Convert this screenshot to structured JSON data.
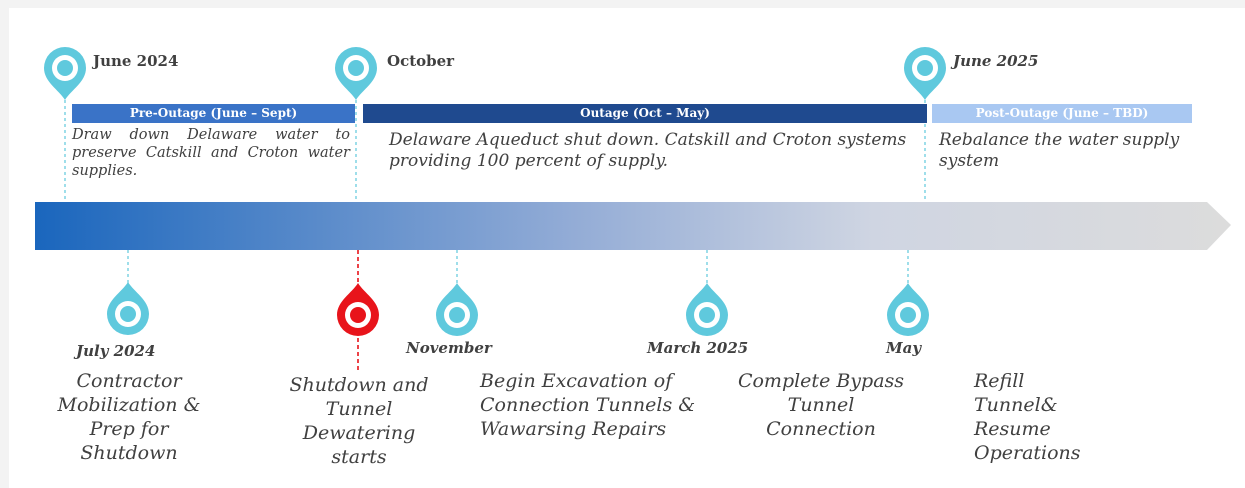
{
  "colors": {
    "pin_cyan": "#5fc9dd",
    "pin_red": "#e8141b",
    "phase_pre": "#3a73c7",
    "phase_outage": "#1f4a8f",
    "phase_post": "#a9c8f2",
    "arrow_start": "#1a66bd",
    "arrow_end": "#dcdcdc",
    "text": "#404040"
  },
  "top_milestones": [
    {
      "label": "June 2024"
    },
    {
      "label": "October"
    },
    {
      "label": "June 2025"
    }
  ],
  "phases": [
    {
      "label": "Pre-Outage (June – Sept)",
      "description": "Draw down Delaware water to preserve Catskill and Croton water supplies."
    },
    {
      "label": "Outage (Oct – May)",
      "description": "Delaware Aqueduct shut down. Catskill and Croton systems providing 100 percent of supply."
    },
    {
      "label": "Post-Outage (June – TBD)",
      "description": "Rebalance the water supply system"
    }
  ],
  "bottom_milestones": [
    {
      "date": "July 2024",
      "event": "Contractor Mobilization & Prep for Shutdown"
    },
    {
      "date": "",
      "event": "Shutdown and Tunnel Dewatering starts"
    },
    {
      "date": "November",
      "event": "Begin Excavation of Connection Tunnels & Wawarsing Repairs"
    },
    {
      "date": "March 2025",
      "event": "Complete Bypass Tunnel Connection"
    },
    {
      "date": "May",
      "event": ""
    },
    {
      "date": "",
      "event": "Refill Tunnel& Resume Operations"
    }
  ]
}
